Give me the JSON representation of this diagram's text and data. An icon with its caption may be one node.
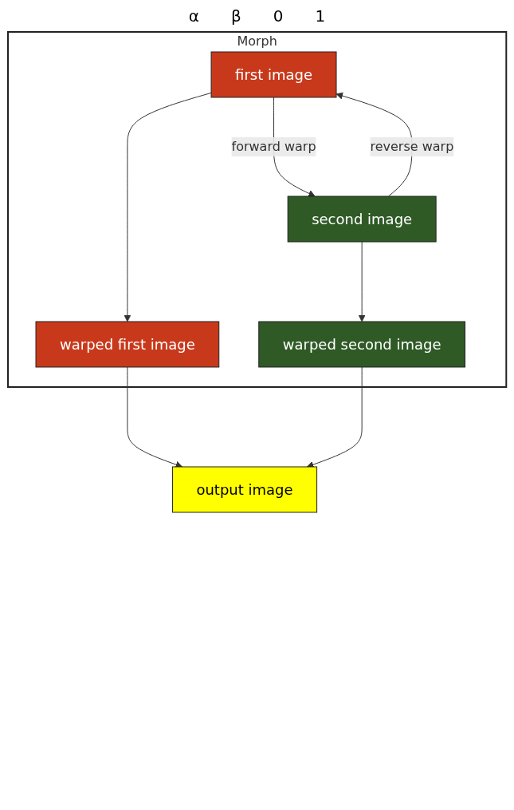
{
  "diagram": {
    "nodes": [
      {
        "text": [
          "Morph"
        ]
      },
      {
        "text": [
          "first image"
        ],
        "in": 0
      },
      {
        "text": [
          "second image"
        ],
        "in": 0
      },
      {
        "text": [
          "warped first image"
        ],
        "in": 0
      },
      {
        "text": [
          "warped second image"
        ],
        "in": 0
      },
      {
        "text": [
          "output image"
        ]
      }
    ],
    "edges": [
      {
        "from": 1,
        "to": 2,
        "arrow": "to",
        "label": "forward warp"
      },
      {
        "from": 2,
        "to": 1,
        "arrow": "to",
        "label": "reverse warp"
      },
      {
        "from": 1,
        "to": 3,
        "arrow": "to"
      },
      {
        "from": 2,
        "to": 4,
        "arrow": "to"
      },
      {
        "from": 3,
        "to": 5,
        "arrow": "to"
      },
      {
        "from": 4,
        "to": 5,
        "arrow": "to"
      }
    ],
    "labels": [
      "α",
      "β",
      "0",
      "1"
    ]
  }
}
